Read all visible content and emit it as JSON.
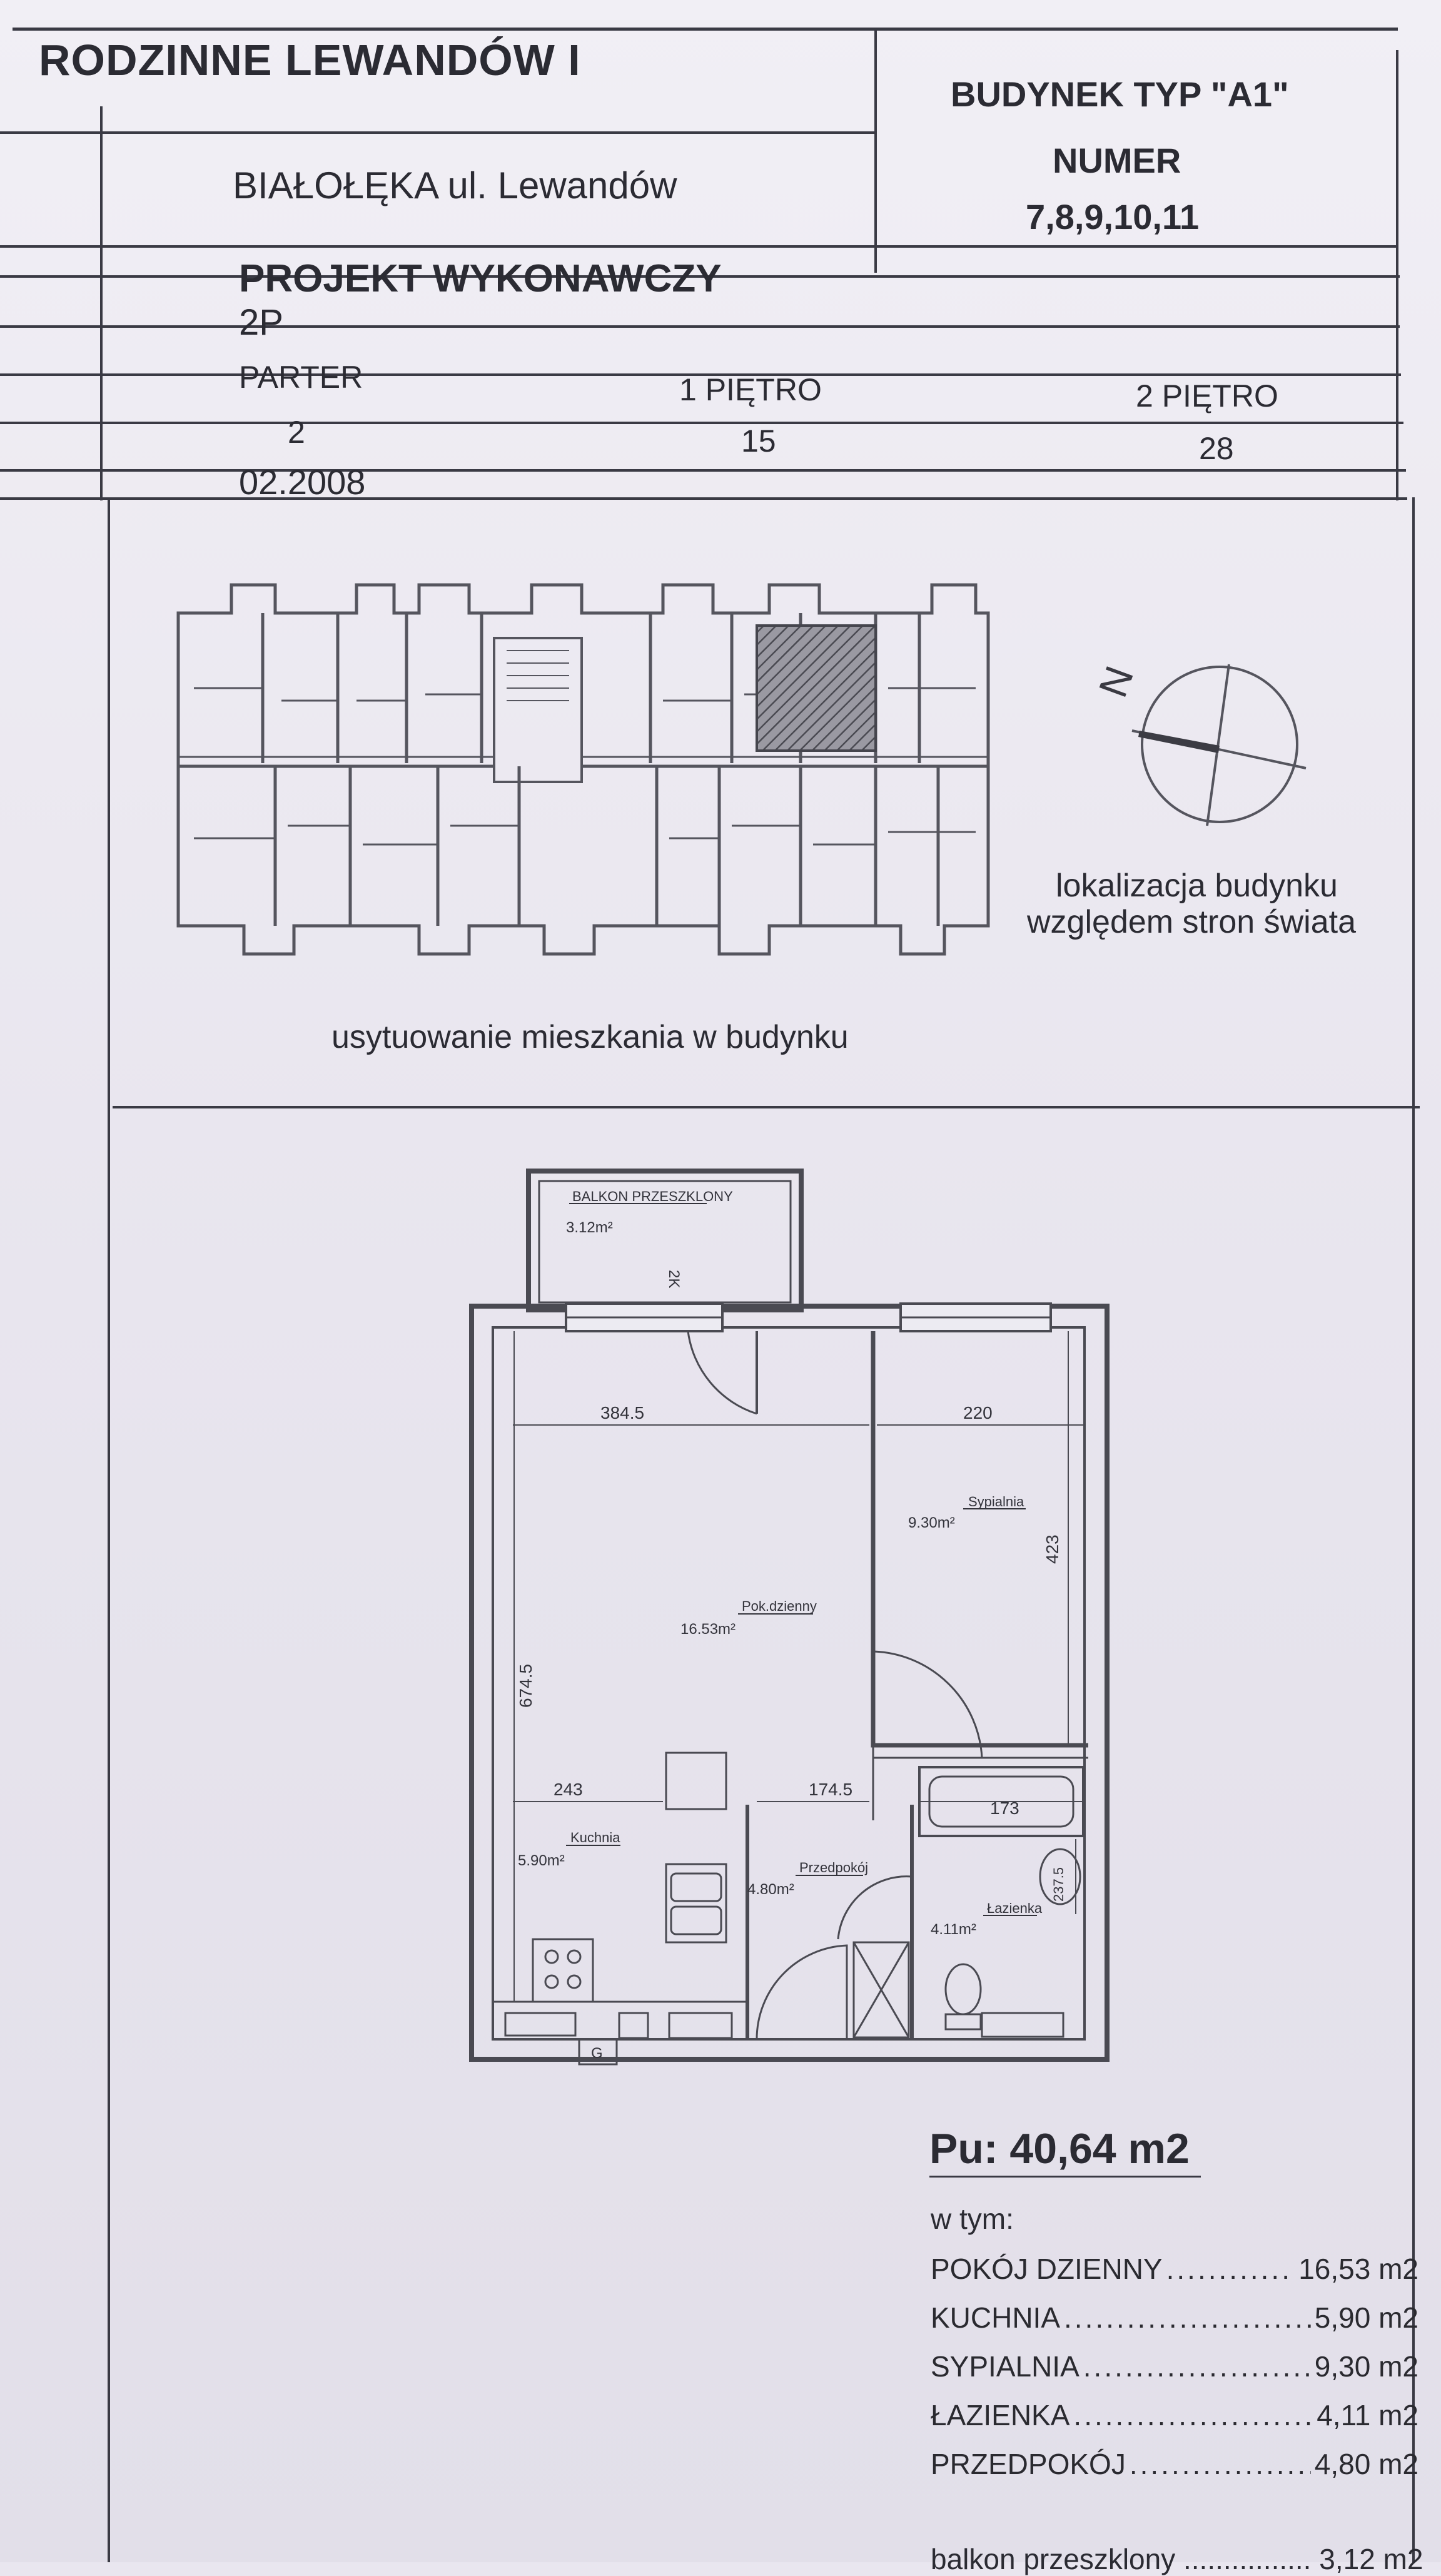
{
  "header": {
    "project": "RODZINNE LEWANDÓW I",
    "location": "BIAŁOŁĘKA  ul. Lewandów",
    "building_type": "BUDYNEK TYP \"A1\"",
    "number_label": "NUMER",
    "numbers": "7,8,9,10,11",
    "project_stage": "PROJEKT WYKONAWCZY",
    "apartment_code": "2P",
    "floors": [
      {
        "label": "PARTER",
        "value": "2"
      },
      {
        "label": "1 PIĘTRO",
        "value": "15"
      },
      {
        "label": "2 PIĘTRO",
        "value": "28"
      }
    ],
    "date": "02.2008"
  },
  "overview": {
    "caption": "usytuowanie mieszkania w budynku",
    "compass_caption_line1": "lokalizacja budynku",
    "compass_caption_line2": "względem stron świata",
    "north_letter": "N"
  },
  "plan": {
    "balcony_label": "BALKON PRZESZKLONY",
    "balcony_area": "3.12m²",
    "balcony_code": "2K",
    "dims": {
      "living_width": "384.5",
      "bedroom_width": "220",
      "bedroom_depth": "423",
      "living_depth": "674.5",
      "kitchen_width": "243",
      "hall_width": "174.5",
      "bath_width": "173",
      "bath_depth": "237.5"
    },
    "rooms": {
      "living": {
        "name": "Pok.dzienny",
        "area": "16.53m²"
      },
      "bedroom": {
        "name": "Sypialnia",
        "area": "9.30m²"
      },
      "kitchen": {
        "name": "Kuchnia",
        "area": "5.90m²"
      },
      "hall": {
        "name": "Przedpokój",
        "area": "4.80m²"
      },
      "bath": {
        "name": "Łazienka",
        "area": "4.11m²"
      }
    },
    "gas_meter": "G"
  },
  "summary": {
    "total": "Pu: 40,64 m2",
    "including": "w tym:",
    "rows": [
      {
        "name": "POKÓJ DZIENNY",
        "value": "16,53 m2"
      },
      {
        "name": "KUCHNIA",
        "value": "5,90 m2"
      },
      {
        "name": "SYPIALNIA",
        "value": "9,30 m2"
      },
      {
        "name": "ŁAZIENKA",
        "value": "4,11 m2"
      },
      {
        "name": "PRZEDPOKÓJ",
        "value": "4,80 m2"
      }
    ],
    "cut_line": "balkon przeszklony ................ 3,12 m2"
  },
  "colors": {
    "ink": "#2b2b33",
    "line": "#3a3a44",
    "paper": "#ecebf2",
    "hatch": "#55555e"
  }
}
